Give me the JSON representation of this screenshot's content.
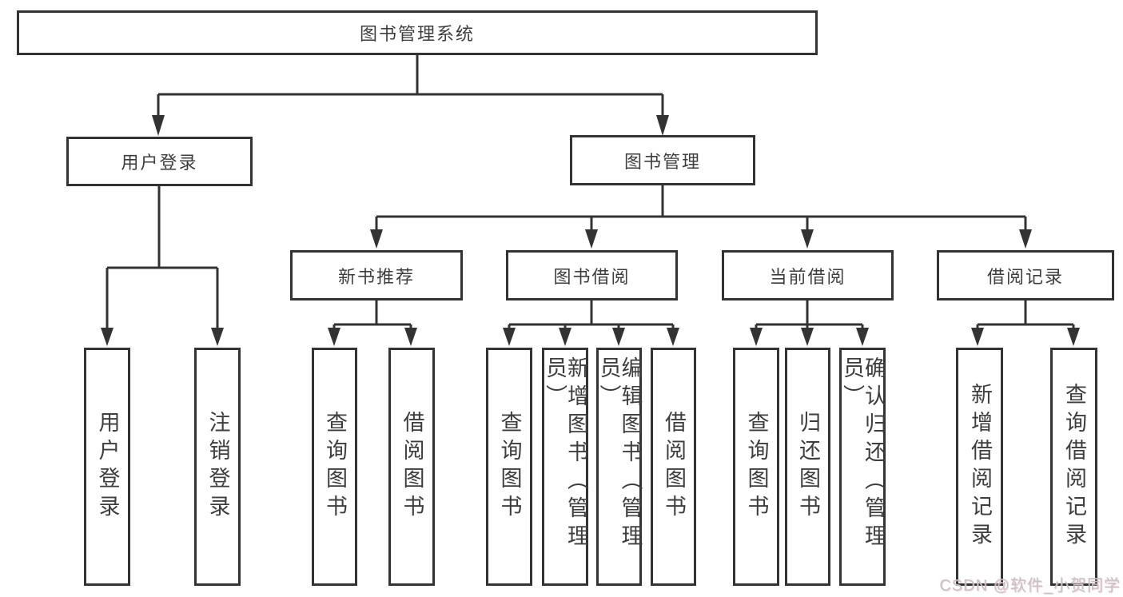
{
  "diagram_title": "图书管理系统",
  "watermark": "CSDN @软件_小贺同学",
  "colors": {
    "line": "#333333",
    "box_border": "#333333",
    "box_background": "#ffffff",
    "text": "#3d3d3d",
    "watermark_text": "#c6c3c3",
    "watermark_accent": "#f0aac8"
  },
  "nodes": {
    "root": "图书管理系统",
    "l1": [
      "用户登录",
      "图书管理"
    ],
    "l2": [
      "新书推荐",
      "图书借阅",
      "当前借阅",
      "借阅记录"
    ],
    "leaf": [
      "用户登录",
      "注销登录",
      "查询图书",
      "借阅图书",
      "查询图书",
      "新增图书（管理员）",
      "编辑图书（管理员）",
      "借阅图书",
      "查询图书",
      "归还图书",
      "确认归还（管理员）",
      "新增借阅记录",
      "查询借阅记录"
    ]
  },
  "hierarchy": {
    "图书管理系统": {
      "用户登录": [
        "用户登录",
        "注销登录"
      ],
      "图书管理": {
        "新书推荐": [
          "查询图书",
          "借阅图书"
        ],
        "图书借阅": [
          "查询图书",
          "新增图书（管理员）",
          "编辑图书（管理员）",
          "借阅图书"
        ],
        "当前借阅": [
          "查询图书",
          "归还图书",
          "确认归还（管理员）"
        ],
        "借阅记录": [
          "新增借阅记录",
          "查询借阅记录"
        ]
      }
    }
  }
}
